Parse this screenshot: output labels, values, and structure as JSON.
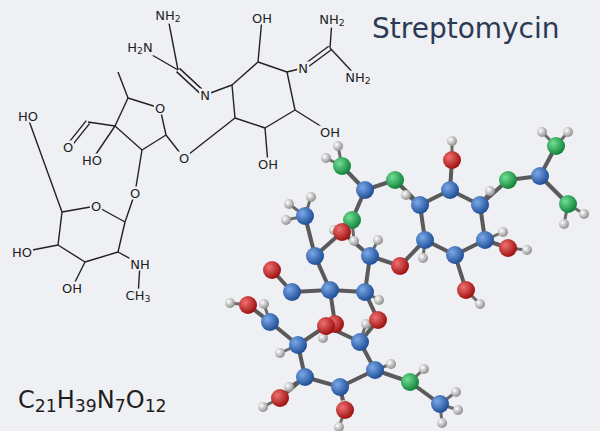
{
  "diagram": {
    "title": "Streptomycin",
    "labels": [
      "NH2",
      "H2N",
      "N",
      "OH",
      "NH2",
      "N",
      "NH2",
      "O",
      "OH",
      "O",
      "OH",
      "O",
      "HO",
      "HO",
      "O",
      "O",
      "HO",
      "OH",
      "NH",
      "CH3",
      "C21H39N7O12"
    ]
  }
}
